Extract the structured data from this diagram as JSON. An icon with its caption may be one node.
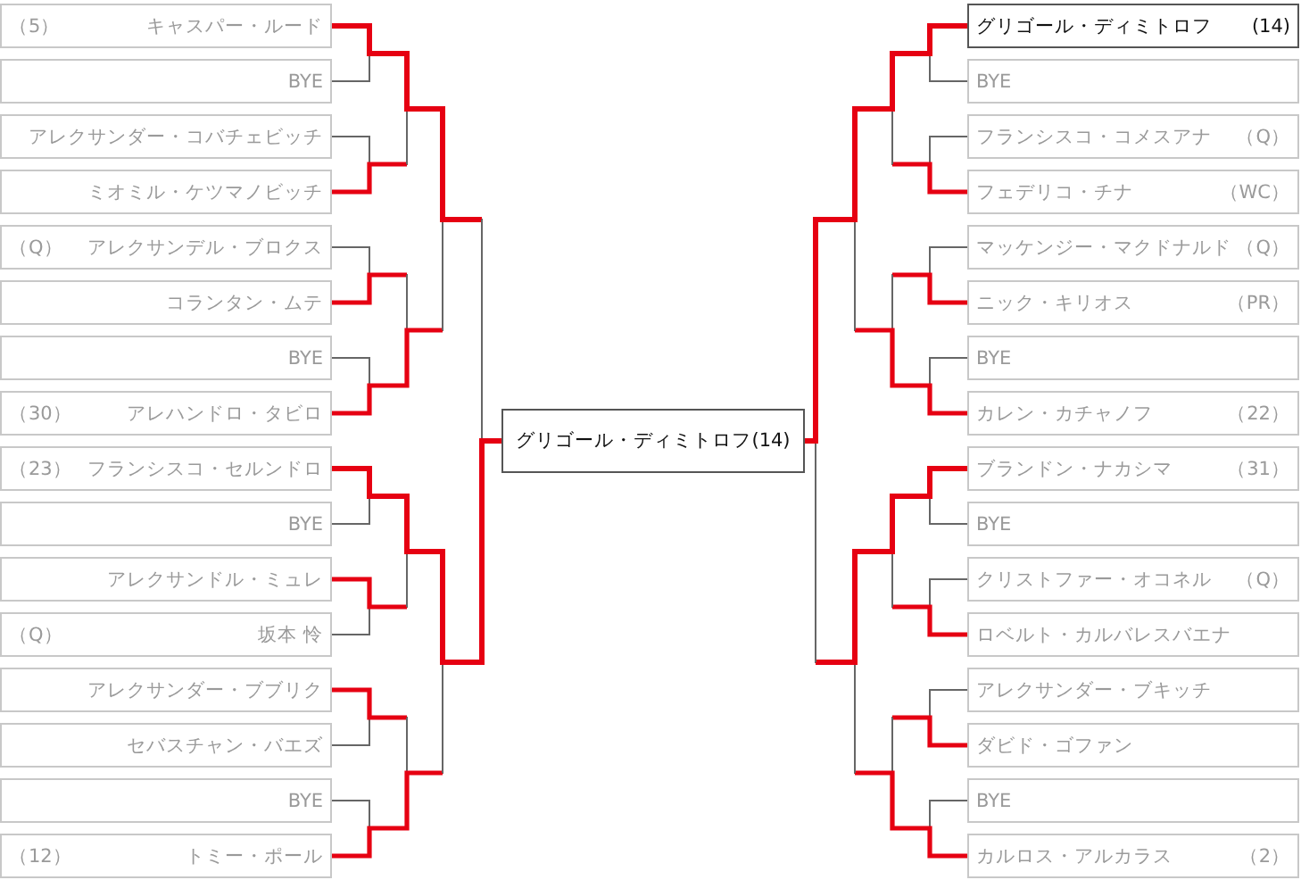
{
  "diagram": {
    "nodes": [
      {
        "text": [
          "（5）",
          "キャスパー・ルード"
        ]
      },
      {
        "text": [
          "BYE"
        ]
      },
      {
        "text": [
          "アレクサンダー・コバチェビッチ"
        ]
      },
      {
        "text": [
          "ミオミル・ケツマノビッチ"
        ]
      },
      {
        "text": [
          "（Q）",
          "アレクサンデル・ブロクス"
        ]
      },
      {
        "text": [
          "コランタン・ムテ"
        ]
      },
      {
        "text": [
          "BYE"
        ]
      },
      {
        "text": [
          "（30）",
          "アレハンドロ・タビロ"
        ]
      },
      {
        "text": [
          "（23）",
          "フランシスコ・セルンドロ"
        ]
      },
      {
        "text": [
          "BYE"
        ]
      },
      {
        "text": [
          "アレクサンドル・ミュレ"
        ]
      },
      {
        "text": [
          "（Q）",
          "坂本 怜"
        ]
      },
      {
        "text": [
          "アレクサンダー・ブブリク"
        ]
      },
      {
        "text": [
          "セバスチャン・バエズ"
        ]
      },
      {
        "text": [
          "BYE"
        ]
      },
      {
        "text": [
          "（12）",
          "トミー・ポール"
        ]
      },
      {
        "text": [
          "グリゴール・ディミトロフ(14)"
        ]
      },
      {
        "text": [
          "グリゴール・ディミトロフ",
          "(14)"
        ]
      },
      {
        "text": [
          "BYE"
        ]
      },
      {
        "text": [
          "フランシスコ・コメスアナ",
          "（Q）"
        ]
      },
      {
        "text": [
          "フェデリコ・チナ",
          "（WC）"
        ]
      },
      {
        "text": [
          "マッケンジー・マクドナルド",
          "（Q）"
        ]
      },
      {
        "text": [
          "ニック・キリオス",
          "（PR）"
        ]
      },
      {
        "text": [
          "BYE"
        ]
      },
      {
        "text": [
          "カレン・カチャノフ",
          "（22）"
        ]
      },
      {
        "text": [
          "ブランドン・ナカシマ",
          "（31）"
        ]
      },
      {
        "text": [
          "BYE"
        ]
      },
      {
        "text": [
          "クリストファー・オコネル",
          "（Q）"
        ]
      },
      {
        "text": [
          "ロベルト・カルバレスバエナ"
        ]
      },
      {
        "text": [
          "アレクサンダー・ブキッチ"
        ]
      },
      {
        "text": [
          "ダビド・ゴファン"
        ]
      },
      {
        "text": [
          "BYE"
        ]
      },
      {
        "text": [
          "カルロス・アルカラス",
          "（2）"
        ]
      }
    ],
    "edges": [
      {
        "from": 0,
        "to": 16,
        "arrow": "none",
        "style": "thick",
        "color": "#e60012"
      },
      {
        "from": 1,
        "to": 16,
        "arrow": "none"
      },
      {
        "from": 2,
        "to": 16,
        "arrow": "none"
      },
      {
        "from": 3,
        "to": 16,
        "arrow": "none"
      },
      {
        "from": 4,
        "to": 16,
        "arrow": "none"
      },
      {
        "from": 5,
        "to": 16,
        "arrow": "none"
      },
      {
        "from": 6,
        "to": 16,
        "arrow": "none"
      },
      {
        "from": 7,
        "to": 16,
        "arrow": "none"
      },
      {
        "from": 8,
        "to": 16,
        "arrow": "none",
        "style": "thick",
        "color": "#e60012"
      },
      {
        "from": 9,
        "to": 16,
        "arrow": "none"
      },
      {
        "from": 10,
        "to": 16,
        "arrow": "none"
      },
      {
        "from": 11,
        "to": 16,
        "arrow": "none"
      },
      {
        "from": 12,
        "to": 16,
        "arrow": "none"
      },
      {
        "from": 13,
        "to": 16,
        "arrow": "none"
      },
      {
        "from": 14,
        "to": 16,
        "arrow": "none"
      },
      {
        "from": 15,
        "to": 16,
        "arrow": "none"
      },
      {
        "from": 17,
        "to": 16,
        "arrow": "none",
        "style": "thick",
        "color": "#e60012"
      },
      {
        "from": 18,
        "to": 16,
        "arrow": "none"
      },
      {
        "from": 19,
        "to": 16,
        "arrow": "none"
      },
      {
        "from": 20,
        "to": 16,
        "arrow": "none"
      },
      {
        "from": 21,
        "to": 16,
        "arrow": "none"
      },
      {
        "from": 22,
        "to": 16,
        "arrow": "none"
      },
      {
        "from": 23,
        "to": 16,
        "arrow": "none"
      },
      {
        "from": 24,
        "to": 16,
        "arrow": "none"
      },
      {
        "from": 25,
        "to": 16,
        "arrow": "none",
        "style": "thick",
        "color": "#e60012"
      },
      {
        "from": 26,
        "to": 16,
        "arrow": "none"
      },
      {
        "from": 27,
        "to": 16,
        "arrow": "none"
      },
      {
        "from": 28,
        "to": 16,
        "arrow": "none"
      },
      {
        "from": 29,
        "to": 16,
        "arrow": "none"
      },
      {
        "from": 30,
        "to": 16,
        "arrow": "none"
      },
      {
        "from": 31,
        "to": 16,
        "arrow": "none"
      },
      {
        "from": 32,
        "to": 16,
        "arrow": "none"
      }
    ]
  }
}
